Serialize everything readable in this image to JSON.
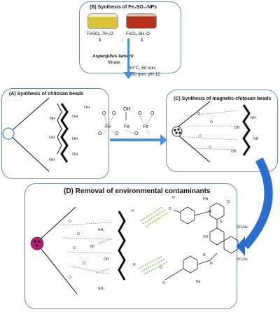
{
  "panel_b": {
    "title": "(B) Synthesis of Fe₃SO₄-NPs",
    "reagent1": "FeSO₄.7H₂O",
    "reagent2": "FeCl₃.6H₂O",
    "ratio1": "1",
    "ratio_sep": ":",
    "ratio2": "1",
    "organism": "Aspergillus tamarii",
    "filtrate": "filtrate",
    "conditions1": "60°C,   60   min,",
    "conditions2": "100 rpm, pH 12",
    "colors": {
      "tube1": "#d9c33a",
      "tube2": "#b5311c"
    }
  },
  "panel_a": {
    "title": "(A) Synthesis of chitosan beads"
  },
  "panel_c": {
    "title": "(C) Synthesis of magnetic-chitosan  beads"
  },
  "panel_d": {
    "title": "(D) Removal of environmental contaminants"
  },
  "fe_complex": {
    "o_label": "O",
    "oh_label": "OH",
    "fe_label": "Fe"
  },
  "chem": {
    "oh": "OH",
    "nh": "NH",
    "nh2": "NH₂",
    "o": "O",
    "so3na": "SO₃Na",
    "cl": "Cl",
    "hn": "HN",
    "n": "N",
    "h": "H",
    "na": "Na"
  },
  "colors": {
    "arrow": "#4a90d9",
    "panel_border": "#6b8cae",
    "green_dash": "#7ac142",
    "bead": "#c2187a",
    "blue_dash": "#2a6fb8"
  }
}
